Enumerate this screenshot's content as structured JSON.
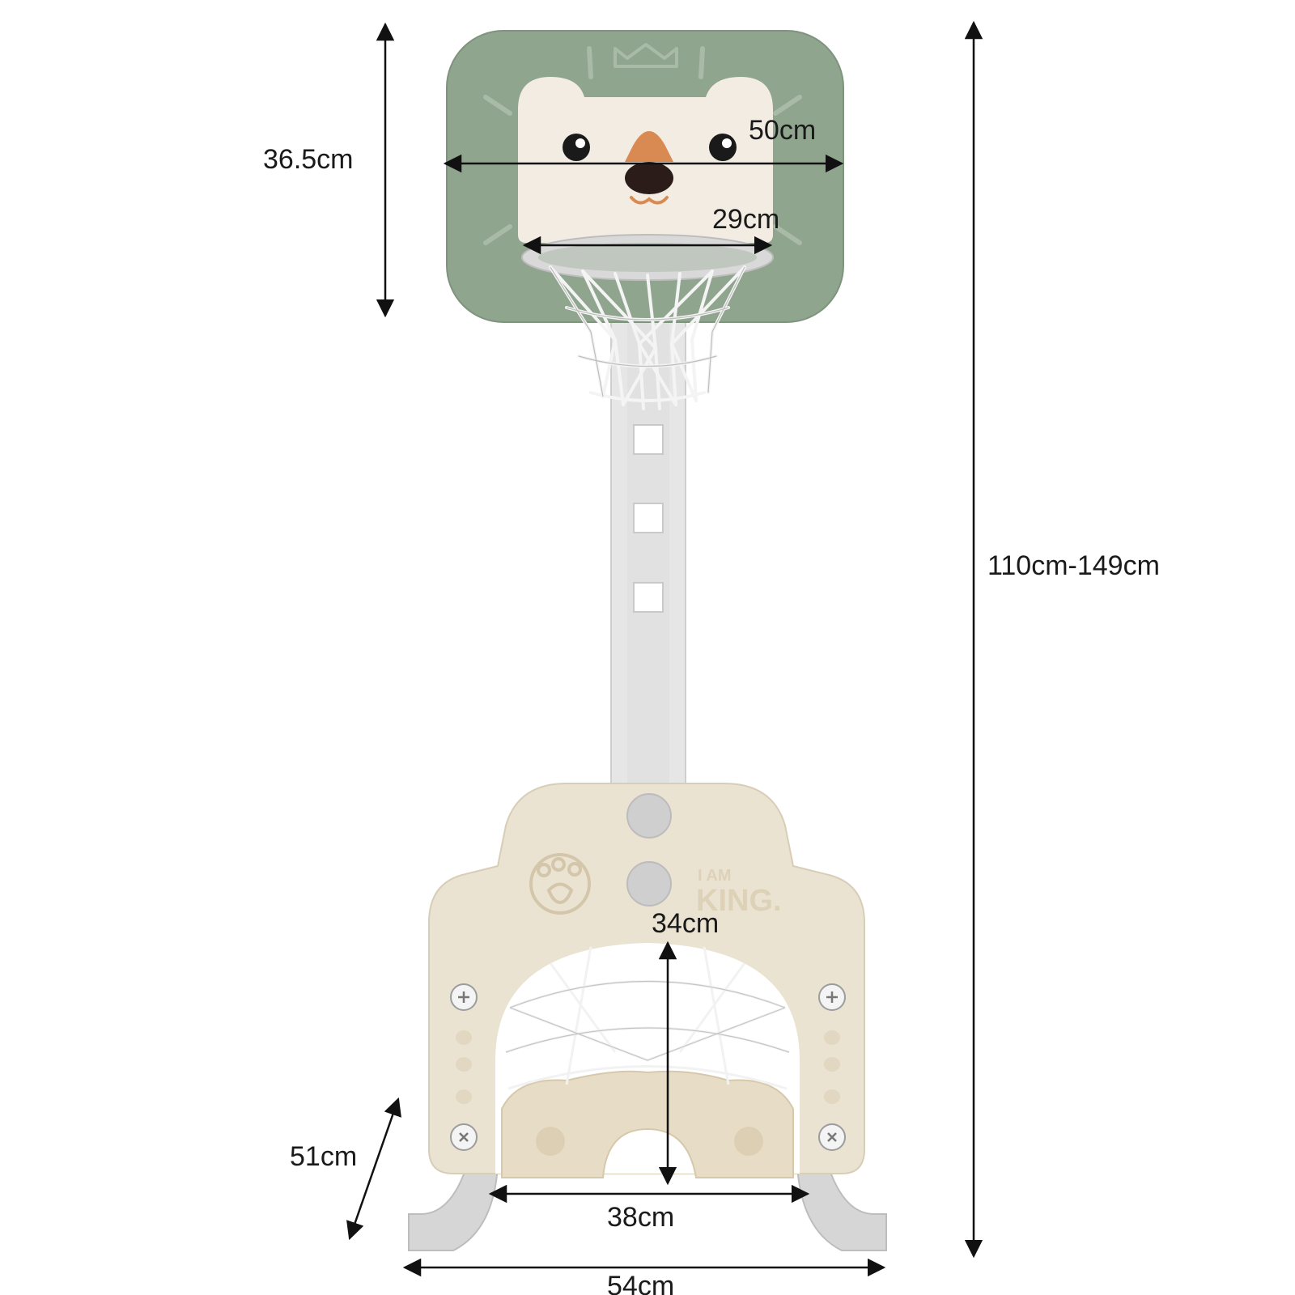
{
  "product": {
    "backboard_brand_line1": "I AM",
    "backboard_brand_line2": "KING."
  },
  "dimensions": {
    "backboard_height": "36.5cm",
    "backboard_width": "50cm",
    "hoop_diameter": "29cm",
    "total_height": "110cm-149cm",
    "goal_height": "34cm",
    "depth": "51cm",
    "goal_width": "38cm",
    "base_width": "54cm"
  },
  "colors": {
    "backboard_green": "#8fa58d",
    "face_cream": "#f3ece3",
    "base_cream": "#ebe3d2",
    "pole_grey": "#e3e3e3",
    "nose_orange": "#d98a52",
    "leg_grey": "#d6d6d6"
  }
}
